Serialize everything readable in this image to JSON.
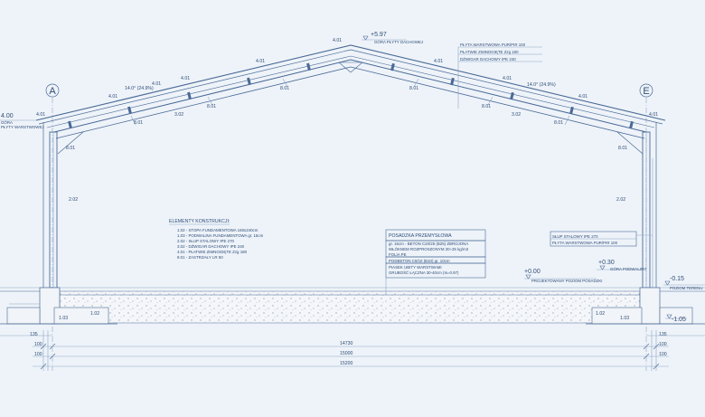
{
  "levels": {
    "ridge": "+5.97",
    "ridge_note": "GÓRA PŁYTY DACHOWEJ",
    "eave_left": "4.00",
    "eave_left_note_1": "GÓRA",
    "eave_left_note_2": "PŁYTY WARSTWOWEJ",
    "floor": "+0.00",
    "floor_note": "PROJEKTOWANY POZIOM POSADZKI",
    "plus030": "+0.30",
    "plus030_note": "GÓRA PODWALINY",
    "minus015": "-0.15",
    "minus015_note": "POZIOM TERENU",
    "minus105": "-1.05"
  },
  "axes": {
    "left": "A",
    "right": "E"
  },
  "roof_labels": {
    "peak": "4.01",
    "slope_left": "14.0° (24.9%)",
    "slope_right": "14.0° (24.9%)",
    "sheet": "4.01",
    "purlin": "3.02",
    "brace": "8.01",
    "column": "2.02",
    "footing": "1.03",
    "base": "1.02"
  },
  "roof_note": [
    "PŁYTA WARSTWOWA PUR/PIR 100",
    "PŁATWIE ZIMNOGIĘTE Zzg 180",
    "DŹWIGAR DACHOWY IPE 240"
  ],
  "elements_title": "ELEMENTY KONSTRUKCJI:",
  "elements": [
    "1.02 - STOPA FUNDAMENTOWA 160x240cm",
    "1.03 - PODWALINA FUNDAMENTOWA gr. 15cm",
    "2.02 - SŁUP STALOWY IPE 270",
    "3.02 - DŹWIGAR DACHOWY IPE 240",
    "4.01 - PŁATWIE ZIMNOGIĘTE Zzg 180",
    "8.01 - ZASTRZAŁY LR 50"
  ],
  "floor_title": "POSADZKA PRZEMYSŁOWA",
  "floor_lines": [
    "gr. 15cm - BETON C20/25 (B25) ZBROJONA",
    "WŁÓKNEM ROZPROSZONYM 20÷25 kg/m3",
    "FOLIA PE",
    "PODBETON C8/10 (B10) gr. 10cm",
    "PIASEK UBITY WARSTWAMI",
    "GRUBOŚĆ ŁĄCZNA 30-40cm (Is=0.97)"
  ],
  "wall_note": [
    "SŁUP STALOWY IPE 270",
    "PŁYTA WARSTWOWA PUR/PIR 100"
  ],
  "dimensions": {
    "d135_left": "135",
    "d135_right": "135",
    "d100_left_1": "100",
    "d100_left_2": "100",
    "d100_right_1": "100",
    "d100_right_2": "100",
    "span_inner": "14730",
    "span_axis": "15000",
    "span_outer": "15200"
  }
}
